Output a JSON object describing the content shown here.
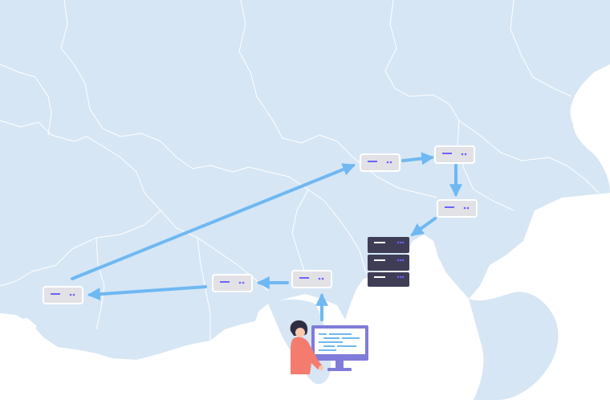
{
  "colors": {
    "land": "#d6e6f5",
    "sea": "#ffffff",
    "border": "#ffffff",
    "arrow": "#6fb8f2",
    "router_fill": "#e2e2e6",
    "router_led": "#6c63ff",
    "server_rack": "#3f3d56",
    "person_shirt": "#f47c6e",
    "person_hair": "#2f2e41",
    "monitor": "#7f7cd9",
    "screen": "#ffffff",
    "code_line": "#6fb8f2"
  },
  "nodes": [
    {
      "id": "router-a",
      "icon": "router-icon"
    },
    {
      "id": "router-b",
      "icon": "router-icon"
    },
    {
      "id": "router-c",
      "icon": "router-icon"
    },
    {
      "id": "router-d",
      "icon": "router-icon"
    },
    {
      "id": "router-e",
      "icon": "router-icon"
    },
    {
      "id": "router-f",
      "icon": "router-icon"
    }
  ],
  "server": {
    "icon": "server-rack-icon",
    "units": 3
  },
  "user": {
    "icon": "person-at-computer-icon"
  },
  "path": [
    "user",
    "router-a",
    "router-b",
    "router-c",
    "router-d",
    "router-e",
    "router-f",
    "server"
  ]
}
